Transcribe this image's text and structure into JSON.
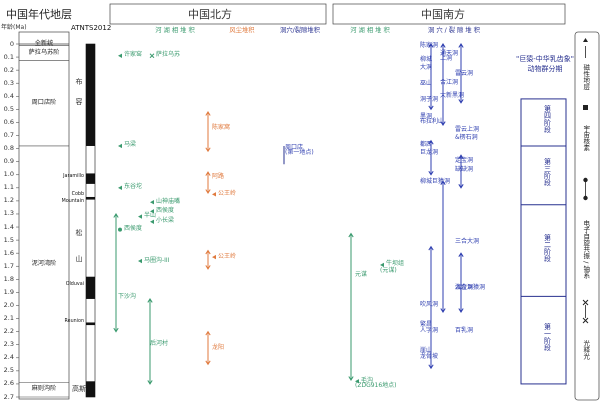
{
  "header": {
    "stratigraphy_title": "中国年代地层",
    "age_label": "年龄(Ma)",
    "gpts_label": "ATNTS2012",
    "north_title": "中国北方",
    "south_title": "中国南方"
  },
  "stages": [
    {
      "name": "全新统",
      "top": 0.0,
      "bottom": 0.012
    },
    {
      "name": "萨拉乌苏阶",
      "top": 0.012,
      "bottom": 0.126
    },
    {
      "name": "周口店阶",
      "top": 0.126,
      "bottom": 0.78
    },
    {
      "name": "泥河湾阶",
      "top": 0.78,
      "bottom": 2.59
    },
    {
      "name": "麻则沟阶",
      "top": 2.59,
      "bottom": 2.7
    }
  ],
  "epochs": [
    {
      "name": "布",
      "at": 0.3
    },
    {
      "name": "容",
      "at": 0.45
    },
    {
      "name": "松",
      "at": 1.45
    },
    {
      "name": "山",
      "at": 1.65
    },
    {
      "name": "高斯",
      "at": 2.65
    }
  ],
  "axis": {
    "min": 0.0,
    "max": 2.7,
    "ticks": [
      {
        "v": 0.0,
        "l": "0"
      },
      {
        "v": 0.1,
        "l": "0.1"
      },
      {
        "v": 0.2,
        "l": "0.2"
      },
      {
        "v": 0.3,
        "l": "0.3"
      },
      {
        "v": 0.4,
        "l": "0.4"
      },
      {
        "v": 0.5,
        "l": "0.5"
      },
      {
        "v": 0.6,
        "l": "0.6"
      },
      {
        "v": 0.7,
        "l": "0.7"
      },
      {
        "v": 0.8,
        "l": "0.8"
      },
      {
        "v": 0.9,
        "l": "0.9"
      },
      {
        "v": 1.0,
        "l": "1.0"
      },
      {
        "v": 1.1,
        "l": "1.1"
      },
      {
        "v": 1.2,
        "l": "1.2"
      },
      {
        "v": 1.3,
        "l": "1.3"
      },
      {
        "v": 1.4,
        "l": "1.4"
      },
      {
        "v": 1.5,
        "l": "1.5"
      },
      {
        "v": 1.6,
        "l": "1.6"
      },
      {
        "v": 1.7,
        "l": "1.7"
      },
      {
        "v": 1.8,
        "l": "1.8"
      },
      {
        "v": 1.9,
        "l": "1.9"
      },
      {
        "v": 2.0,
        "l": "2.0"
      },
      {
        "v": 2.1,
        "l": "2.1"
      },
      {
        "v": 2.2,
        "l": "2.2"
      },
      {
        "v": 2.3,
        "l": "2.3"
      },
      {
        "v": 2.4,
        "l": "2.4"
      },
      {
        "v": 2.5,
        "l": "2.5"
      },
      {
        "v": 2.6,
        "l": "2.6"
      },
      {
        "v": 2.7,
        "l": "2.7"
      }
    ]
  },
  "gpts": {
    "normal": [
      [
        0.0,
        0.78
      ],
      [
        0.99,
        1.07
      ],
      [
        1.17,
        1.19
      ],
      [
        1.78,
        1.95
      ],
      [
        2.13,
        2.15
      ],
      [
        2.58,
        2.7
      ]
    ],
    "subchrons": [
      {
        "name": "Jaramillo",
        "at": 1.03
      },
      {
        "name": "Cobb\nMountain",
        "at": 1.2
      },
      {
        "name": "Olduvai",
        "at": 1.86
      },
      {
        "name": "Reunion",
        "at": 2.14
      }
    ]
  },
  "column_headers": [
    {
      "key": "lake",
      "label": "河 湖 相 堆 积"
    },
    {
      "key": "aeolian",
      "label": "风尘堆积"
    },
    {
      "key": "cave_n",
      "label": "洞穴/裂隙堆积"
    },
    {
      "key": "lake_s",
      "label": "河 湖 相 堆 积"
    },
    {
      "key": "cave_s",
      "label": "洞 穴 / 裂 隙 堆 积"
    }
  ],
  "faunas": [
    {
      "col": "n-lake",
      "label": "许家窑",
      "age": 0.09,
      "sym": "tri",
      "color": "#3a9a6e"
    },
    {
      "col": "n-lake2",
      "label": "萨拉乌苏",
      "age": 0.09,
      "sym": "x",
      "color": "#3a9a6e"
    },
    {
      "col": "n-lake",
      "label": "马梁",
      "age": 0.78,
      "sym": "tri",
      "color": "#3a9a6e"
    },
    {
      "col": "n-lake",
      "label": "东谷坨",
      "age": 1.1,
      "sym": "tri",
      "color": "#3a9a6e"
    },
    {
      "col": "n-lake2",
      "label": "山神庙嘴",
      "age": 1.21,
      "sym": "tri",
      "color": "#3a9a6e"
    },
    {
      "col": "n-lake2",
      "label": "西侯度",
      "age": 1.28,
      "sym": "tri",
      "color": "#3a9a6e"
    },
    {
      "col": "n-lake2",
      "label": "小长梁",
      "age": 1.36,
      "sym": "tri",
      "color": "#3a9a6e"
    },
    {
      "col": "n-lake1b",
      "label": "半山",
      "age": 1.32,
      "sym": "tri",
      "color": "#3a9a6e"
    },
    {
      "col": "n-lake",
      "label": "西侯度",
      "age": 1.42,
      "sym": "dot",
      "color": "#3a9a6e"
    },
    {
      "col": "n-lake1b",
      "label": "马圈沟-III",
      "age": 1.66,
      "sym": "tri",
      "color": "#3a9a6e"
    },
    {
      "col": "n-lake",
      "label": "下沙沟",
      "age": 1.94,
      "sym": "none",
      "color": "#3a9a6e"
    },
    {
      "col": "n-lake2",
      "label": "后河村",
      "age": 2.3,
      "sym": "none",
      "color": "#3a9a6e"
    },
    {
      "col": "n-aeol",
      "label": "陈家窝",
      "age": 0.65,
      "sym": "none",
      "color": "#e07a3e"
    },
    {
      "col": "n-aeol",
      "label": "阿路",
      "age": 1.02,
      "sym": "none",
      "color": "#e07a3e"
    },
    {
      "col": "n-aeol",
      "label": "公王岭",
      "age": 1.15,
      "sym": "tri",
      "color": "#e07a3e"
    },
    {
      "col": "n-aeol",
      "label": "公王岭",
      "age": 1.63,
      "sym": "tri",
      "color": "#e07a3e"
    },
    {
      "col": "n-aeol",
      "label": "龙阳",
      "age": 2.33,
      "sym": "none",
      "color": "#e07a3e"
    },
    {
      "col": "n-cave",
      "label": "周口店",
      "age": 0.8,
      "sym": "none",
      "color": "#2f3fb0"
    },
    {
      "col": "n-cave",
      "label": "(第一地点)",
      "age": 0.84,
      "sym": "none",
      "color": "#2f3fb0"
    },
    {
      "col": "s-lake",
      "label": "元谋",
      "age": 1.77,
      "sym": "none",
      "color": "#3a9a6e"
    },
    {
      "col": "s-lake2",
      "label": "牛坝组",
      "age": 1.69,
      "sym": "tri",
      "color": "#3a9a6e"
    },
    {
      "col": "s-lake2",
      "label": "(元谋)",
      "age": 1.74,
      "sym": "none",
      "color": "#3a9a6e"
    },
    {
      "col": "s-lake",
      "label": "毛沟",
      "age": 2.58,
      "sym": "tri",
      "color": "#3a9a6e"
    },
    {
      "col": "s-lake",
      "label": "(ZDG916地点)",
      "age": 2.62,
      "sym": "none",
      "color": "#3a9a6e"
    },
    {
      "col": "s-cave",
      "label": "陈家洞",
      "age": 0.02,
      "sym": "none",
      "color": "#2f3fb0"
    },
    {
      "col": "s-cave",
      "label": "柳城",
      "age": 0.13,
      "sym": "none",
      "color": "#2f3fb0"
    },
    {
      "col": "s-cave",
      "label": "大洞",
      "age": 0.19,
      "sym": "none",
      "color": "#2f3fb0"
    },
    {
      "col": "s-cave",
      "label": "巫山",
      "age": 0.31,
      "sym": "none",
      "color": "#2f3fb0"
    },
    {
      "col": "s-cave",
      "label": "洞子洞",
      "age": 0.43,
      "sym": "none",
      "color": "#2f3fb0"
    },
    {
      "col": "s-cave",
      "label": "黑洞",
      "age": 0.56,
      "sym": "none",
      "color": "#2f3fb0"
    },
    {
      "col": "s-cave",
      "label": "布拉利山",
      "age": 0.6,
      "sym": "none",
      "color": "#2f3fb0"
    },
    {
      "col": "s-cave",
      "label": "都西",
      "age": 0.78,
      "sym": "none",
      "color": "#2f3fb0"
    },
    {
      "col": "s-cave",
      "label": "巨龙洞",
      "age": 0.84,
      "sym": "none",
      "color": "#2f3fb0"
    },
    {
      "col": "s-cave",
      "label": "柳城巨猿洞",
      "age": 1.06,
      "sym": "none",
      "color": "#2f3fb0"
    },
    {
      "col": "s-cave",
      "label": "吹风洞",
      "age": 2.0,
      "sym": "none",
      "color": "#2f3fb0"
    },
    {
      "col": "s-cave",
      "label": "繁昌",
      "age": 2.15,
      "sym": "none",
      "color": "#2f3fb0"
    },
    {
      "col": "s-cave",
      "label": "人字洞",
      "age": 2.2,
      "sym": "none",
      "color": "#2f3fb0"
    },
    {
      "col": "s-cave",
      "label": "崖山",
      "age": 2.35,
      "sym": "none",
      "color": "#2f3fb0"
    },
    {
      "col": "s-cave",
      "label": "龙骨坡",
      "age": 2.4,
      "sym": "none",
      "color": "#2f3fb0"
    },
    {
      "col": "s-cave2",
      "label": "通天洞",
      "age": 0.08,
      "sym": "none",
      "color": "#2f3fb0"
    },
    {
      "col": "s-cave2",
      "label": "上洞",
      "age": 0.12,
      "sym": "none",
      "color": "#2f3fb0"
    },
    {
      "col": "s-cave2",
      "label": "合江洞",
      "age": 0.3,
      "sym": "none",
      "color": "#2f3fb0"
    },
    {
      "col": "s-cave2",
      "label": "大新黑洞",
      "age": 0.4,
      "sym": "none",
      "color": "#2f3fb0"
    },
    {
      "col": "s-cave3",
      "label": "雷云洞",
      "age": 0.23,
      "sym": "none",
      "color": "#2f3fb0"
    },
    {
      "col": "s-cave3",
      "label": "雷云上洞",
      "age": 0.66,
      "sym": "none",
      "color": "#2f3fb0"
    },
    {
      "col": "s-cave3",
      "label": "&楞石洞",
      "age": 0.72,
      "sym": "none",
      "color": "#2f3fb0"
    },
    {
      "col": "s-cave3",
      "label": "定宝洞",
      "age": 0.9,
      "sym": "none",
      "color": "#2f3fb0"
    },
    {
      "col": "s-cave3",
      "label": "缺缺洞",
      "age": 0.97,
      "sym": "none",
      "color": "#2f3fb0"
    },
    {
      "col": "s-cave3",
      "label": "三合大洞",
      "age": 1.52,
      "sym": "none",
      "color": "#2f3fb0"
    },
    {
      "col": "s-cave3",
      "label": "么合洞",
      "age": 1.87,
      "sym": "none",
      "color": "#2f3fb0"
    },
    {
      "col": "s-cave3",
      "label": "渡左巨猿洞",
      "age": 1.87,
      "sym": "none",
      "color": "#2f3fb0"
    },
    {
      "col": "s-cave3",
      "label": "百乳洞",
      "age": 2.2,
      "sym": "none",
      "color": "#2f3fb0"
    }
  ],
  "phase_box": {
    "title1": "\"巨猿-中华乳齿象\"",
    "title2": "动物群分期",
    "phases": [
      {
        "name": "第四阶段",
        "top": 0.42,
        "bottom": 0.78
      },
      {
        "name": "第三阶段",
        "top": 0.78,
        "bottom": 1.23
      },
      {
        "name": "第二阶段",
        "top": 1.23,
        "bottom": 1.93
      },
      {
        "name": "第一阶段",
        "top": 1.93,
        "bottom": 2.6
      }
    ]
  },
  "legend": {
    "items": [
      {
        "sym": "tri-arrow",
        "label": "磁性地层"
      },
      {
        "sym": "square",
        "label": "宇宙核素"
      },
      {
        "sym": "dot-dot",
        "label": "电子自旋共振 / 铀系"
      },
      {
        "sym": "x-x",
        "label": "光释光"
      }
    ]
  },
  "colors": {
    "green": "#3a9a6e",
    "orange": "#e07a3e",
    "blue": "#2f3fb0",
    "navy": "#27308f",
    "frame": "#444444"
  }
}
